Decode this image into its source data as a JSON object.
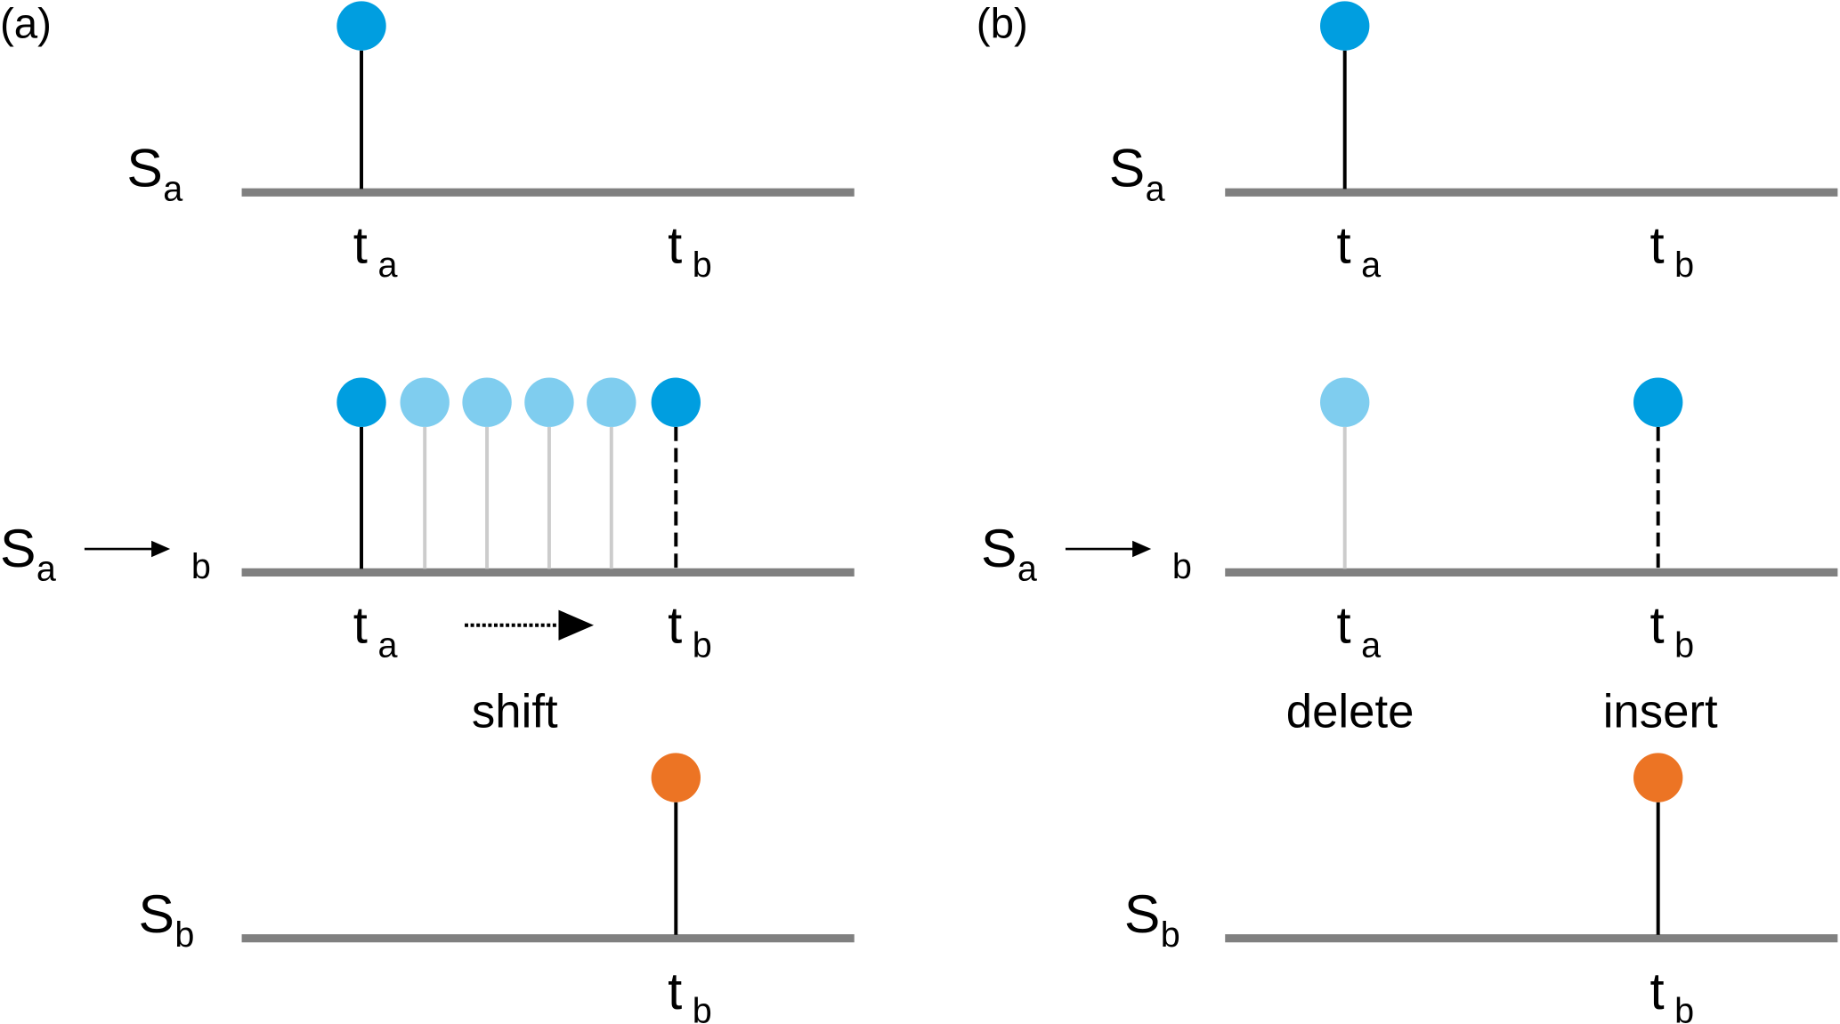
{
  "colors": {
    "spike_active": "#009ee0",
    "spike_ghost": "#7fcdef",
    "spike_target": "#ec7424",
    "baseline": "#808080",
    "stem": "#000000",
    "stem_ghost": "#cccccc"
  },
  "panels": [
    {
      "id": "a",
      "label": "(a)",
      "rows": [
        {
          "signal": "S",
          "signal_sub": "a",
          "arrow_to": "",
          "ticks": [
            {
              "t": "t",
              "sub": "a"
            },
            {
              "t": "t",
              "sub": "b"
            }
          ],
          "spikes": [
            {
              "at": "t_a",
              "style": "active",
              "stem": "solid"
            }
          ]
        },
        {
          "signal": "S",
          "signal_sub": "a",
          "arrow_to": "b",
          "ticks": [
            {
              "t": "t",
              "sub": "a"
            },
            {
              "t": "t",
              "sub": "b"
            }
          ],
          "spikes": [
            {
              "at": "t_a",
              "style": "active",
              "stem": "solid"
            },
            {
              "at": "intermediate-1",
              "style": "ghost",
              "stem": "ghost"
            },
            {
              "at": "intermediate-2",
              "style": "ghost",
              "stem": "ghost"
            },
            {
              "at": "intermediate-3",
              "style": "ghost",
              "stem": "ghost"
            },
            {
              "at": "intermediate-4",
              "style": "ghost",
              "stem": "ghost"
            },
            {
              "at": "t_b",
              "style": "active",
              "stem": "dashed"
            }
          ],
          "operation": "shift"
        },
        {
          "signal": "S",
          "signal_sub": "b",
          "arrow_to": "",
          "ticks": [
            {
              "t": "t",
              "sub": "b"
            }
          ],
          "spikes": [
            {
              "at": "t_b",
              "style": "target",
              "stem": "solid"
            }
          ]
        }
      ]
    },
    {
      "id": "b",
      "label": "(b)",
      "rows": [
        {
          "signal": "S",
          "signal_sub": "a",
          "arrow_to": "",
          "ticks": [
            {
              "t": "t",
              "sub": "a"
            },
            {
              "t": "t",
              "sub": "b"
            }
          ],
          "spikes": [
            {
              "at": "t_a",
              "style": "active",
              "stem": "solid"
            }
          ]
        },
        {
          "signal": "S",
          "signal_sub": "a",
          "arrow_to": "b",
          "ticks": [
            {
              "t": "t",
              "sub": "a"
            },
            {
              "t": "t",
              "sub": "b"
            }
          ],
          "spikes": [
            {
              "at": "t_a",
              "style": "ghost",
              "stem": "ghost"
            },
            {
              "at": "t_b",
              "style": "active",
              "stem": "dashed"
            }
          ],
          "operations": [
            "delete",
            "insert"
          ]
        },
        {
          "signal": "S",
          "signal_sub": "b",
          "arrow_to": "",
          "ticks": [
            {
              "t": "t",
              "sub": "b"
            }
          ],
          "spikes": [
            {
              "at": "t_b",
              "style": "target",
              "stem": "solid"
            }
          ]
        }
      ]
    }
  ]
}
